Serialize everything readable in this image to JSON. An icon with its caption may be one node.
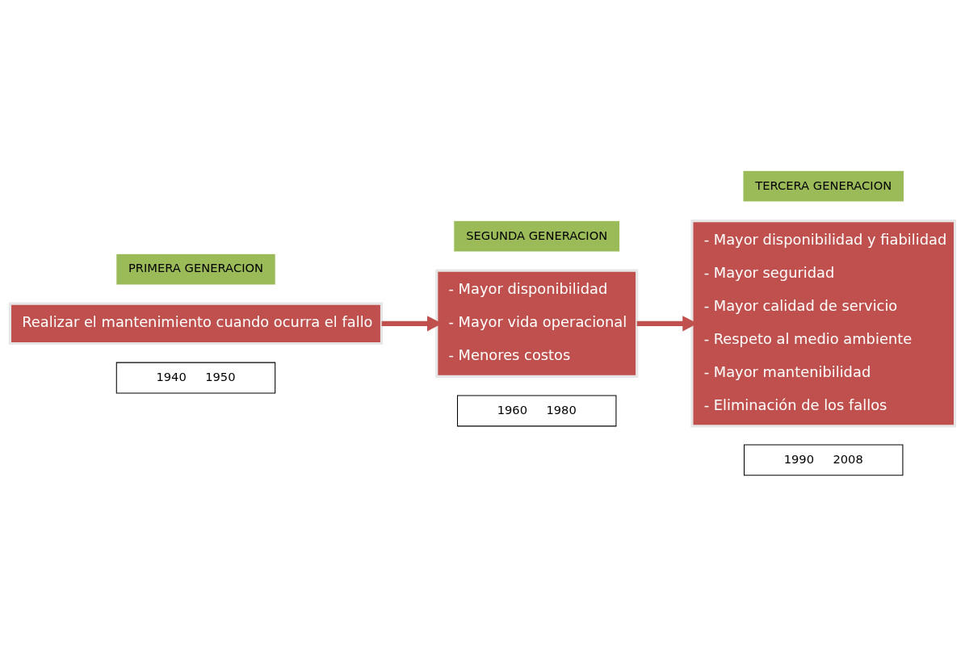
{
  "diagram": {
    "nodes": [
      {
        "text": [
          "PRIMERA GENERACION"
        ]
      },
      {
        "text": [
          "Realizar el mantenimiento cuando ocurra el fallo"
        ]
      },
      {
        "text": [
          "1940",
          "1950"
        ]
      },
      {
        "text": [
          "SEGUNDA GENERACION"
        ]
      },
      {
        "text": [
          "- Mayor disponibilidad",
          "- Mayor vida operacional",
          "- Menores costos"
        ]
      },
      {
        "text": [
          "1960",
          "1980"
        ]
      },
      {
        "text": [
          "TERCERA GENERACION"
        ]
      },
      {
        "text": [
          "- Mayor disponibilidad y fiabilidad",
          "- Mayor seguridad",
          "- Mayor calidad de servicio",
          "- Respeto al medio ambiente",
          "- Mayor mantenibilidad",
          "- Eliminación de los fallos"
        ]
      },
      {
        "text": [
          "1990",
          "2008"
        ]
      }
    ],
    "edges": [
      {
        "from": 1,
        "to": 4,
        "arrow": "to"
      },
      {
        "from": 4,
        "to": 7,
        "arrow": "to"
      }
    ]
  }
}
